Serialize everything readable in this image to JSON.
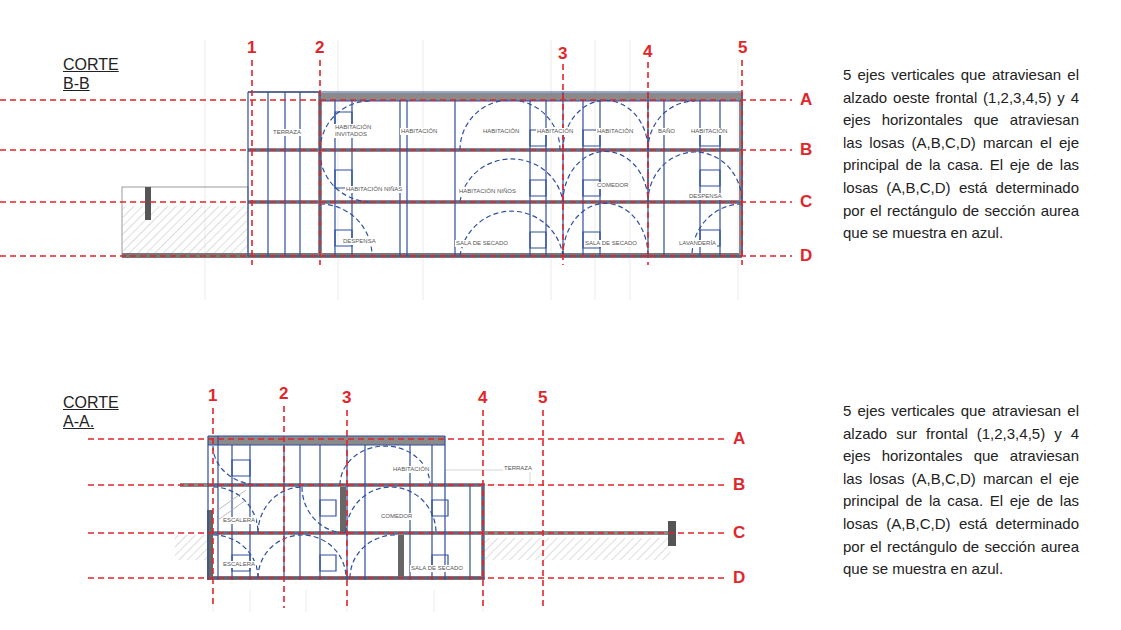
{
  "diagram": {
    "labels": [
      "CORTE B-B",
      "1",
      "2",
      "3",
      "4",
      "5",
      "A",
      "B",
      "C",
      "D",
      "5 ejes verticales que atraviesan el alzado oeste frontal (1,2,3,4,5) y 4 ejes horizontales que atraviesan las losas (A,B,C,D) marcan el eje principal de la casa. El eje de las losas (A,B,C,D) está determinado por el rectángulo de sección aurea que se muestra en azul.",
      "TERRAZA",
      "HABITACIÓN INVITADOS",
      "HABITACIÓN",
      "HABITACIÓN",
      "HABITACIÓN",
      "HABITACIÓN",
      "BAÑO",
      "HABITACIÓN",
      "HABITACIÓN NIÑAS",
      "HABITACIÓN NIÑOS",
      "COMEDOR",
      "DESPENSA",
      "DESPENSA",
      "SALA DE SECADO",
      "SALA DE SECADO",
      "LAVANDERÍA",
      "CORTE A-A.",
      "1",
      "2",
      "3",
      "4",
      "5",
      "A",
      "B",
      "C",
      "D",
      "HABITACIÓN",
      "TERRAZA",
      "ESCALERA",
      "COMEDOR",
      "ESCALERA",
      "SALA DE SECADO",
      "5 ejes verticales que atraviesan el alzado sur frontal (1,2,3,4,5) y 4 ejes horizontales que atraviesan las losas (A,B,C,D) marcan el eje principal de la casa. El eje de las losas (A,B,C,D) está determinado por el rectángulo de sección aurea que se muestra en azul."
    ]
  }
}
